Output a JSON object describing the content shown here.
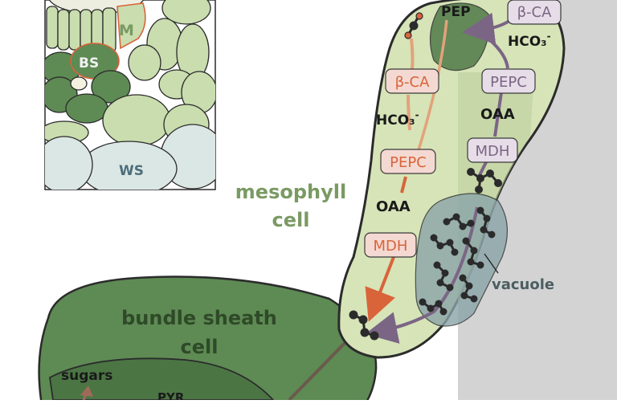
{
  "colors": {
    "meso_fill": "#d6e4b8",
    "bs_fill": "#5e8a54",
    "chloroplast": "#4f7a48",
    "vacuole": "#8aa4a8",
    "orange": "#d9643a",
    "purple": "#7b6585",
    "label_box": "#f4d9d2",
    "gray_side": "#d3d3d3",
    "outline": "#2b2b2b"
  },
  "inset": {
    "labels": {
      "m": "M",
      "bs": "BS",
      "ws": "WS"
    }
  },
  "cell_labels": {
    "mesophyll_line1": "mesophyll",
    "mesophyll_line2": "cell",
    "bundle_line1": "bundle sheath",
    "bundle_line2": "cell",
    "vacuole": "vacuole",
    "sugars": "sugars",
    "pyr": "PYR"
  },
  "orange_path": {
    "beta_ca": "β-CA",
    "hco3": "HCO₃",
    "hco3_charge": "-",
    "pepc": "PEPC",
    "oaa": "OAA",
    "mdh": "MDH"
  },
  "purple_path": {
    "pep": "PEP",
    "beta_ca": "β-CA",
    "hco3": "HCO₃",
    "hco3_charge": "-",
    "pepc": "PEPC",
    "oaa": "OAA",
    "mdh": "MDH"
  }
}
